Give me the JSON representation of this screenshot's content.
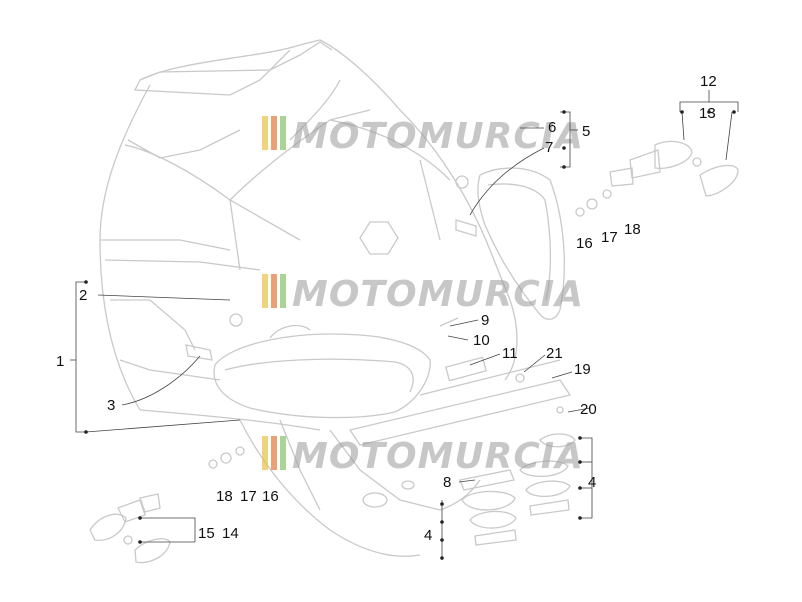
{
  "watermark": {
    "text": "MOTOMURCIA",
    "colors": [
      "#e8c24a",
      "#e07a3a",
      "#86c06a"
    ]
  },
  "callouts": [
    {
      "id": "1",
      "label": "1"
    },
    {
      "id": "2",
      "label": "2"
    },
    {
      "id": "3",
      "label": "3"
    },
    {
      "id": "4a",
      "label": "4"
    },
    {
      "id": "4b",
      "label": "4"
    },
    {
      "id": "5",
      "label": "5"
    },
    {
      "id": "6",
      "label": "6"
    },
    {
      "id": "7",
      "label": "7"
    },
    {
      "id": "8",
      "label": "8"
    },
    {
      "id": "9",
      "label": "9"
    },
    {
      "id": "10",
      "label": "10"
    },
    {
      "id": "11",
      "label": "11"
    },
    {
      "id": "12",
      "label": "12"
    },
    {
      "id": "13",
      "label": "13"
    },
    {
      "id": "14",
      "label": "14"
    },
    {
      "id": "15",
      "label": "15"
    },
    {
      "id": "16a",
      "label": "16"
    },
    {
      "id": "16b",
      "label": "16"
    },
    {
      "id": "17a",
      "label": "17"
    },
    {
      "id": "17b",
      "label": "17"
    },
    {
      "id": "18a",
      "label": "18"
    },
    {
      "id": "18b",
      "label": "18"
    },
    {
      "id": "19",
      "label": "19"
    },
    {
      "id": "20",
      "label": "20"
    },
    {
      "id": "21",
      "label": "21"
    }
  ]
}
